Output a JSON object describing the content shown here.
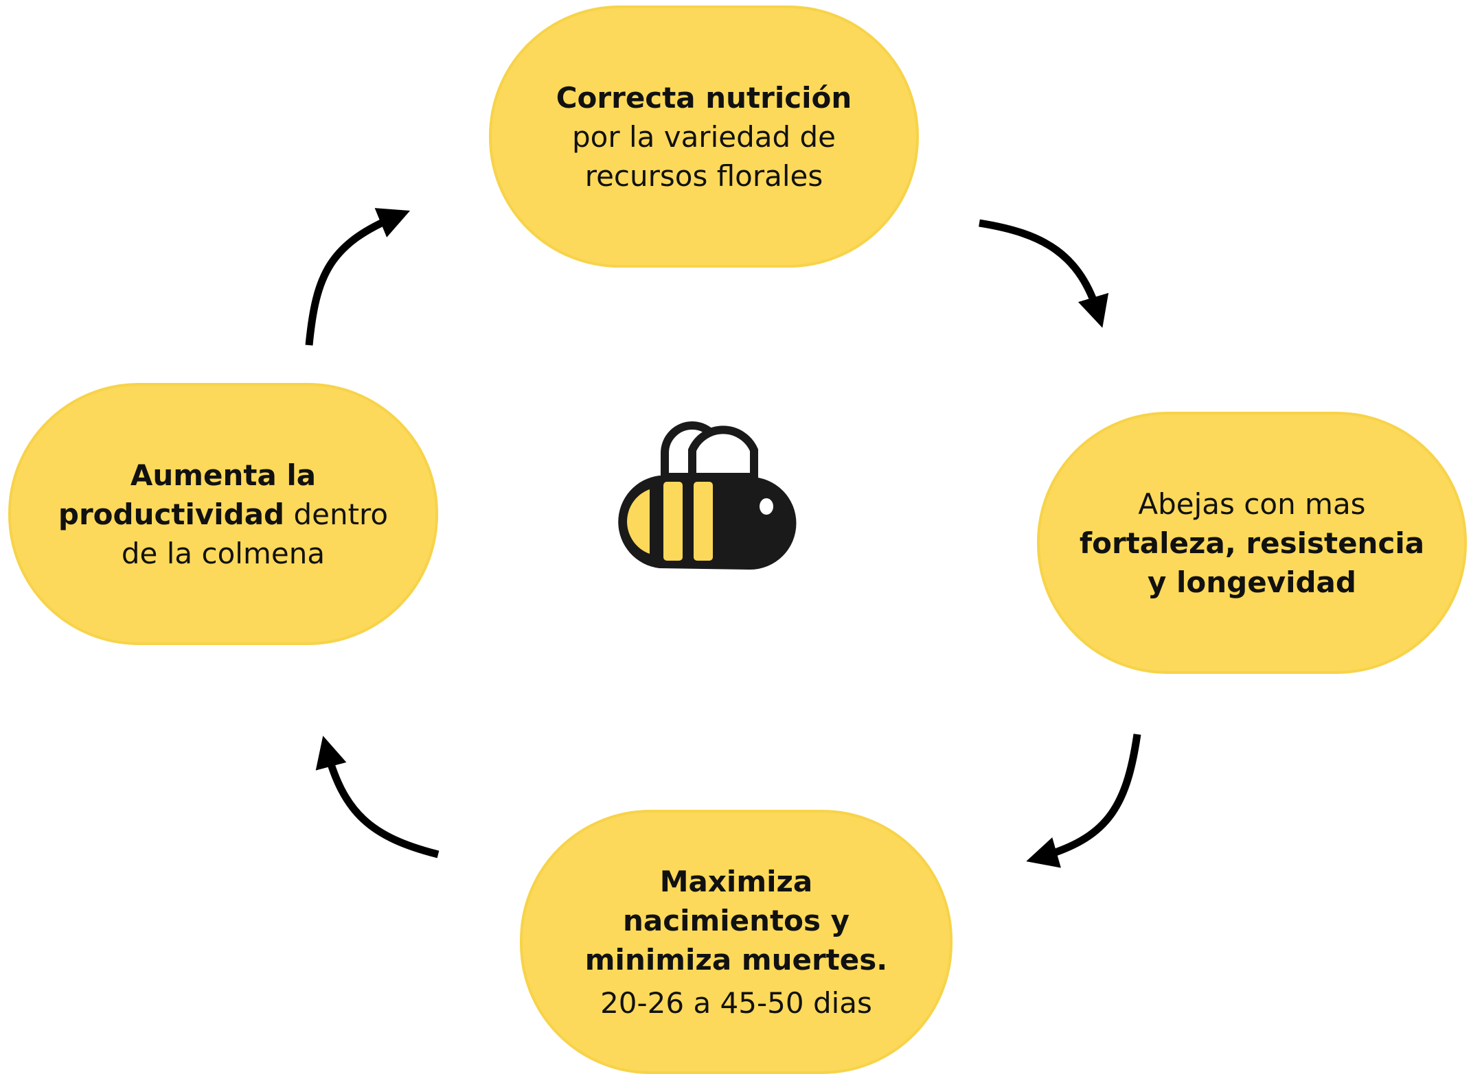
{
  "colors": {
    "node_fill": "#FCD95A",
    "node_border": "#F7D34A",
    "arrow": "#000000",
    "bee_body": "#1a1a1a",
    "bee_stripe": "#FCD95A",
    "bee_wing": "#ffffff",
    "text": "#111111"
  },
  "icons": {
    "center": "bee-icon",
    "arrows": "curved-arrow"
  },
  "nodes": {
    "top": {
      "bold": "Correcta nutrición",
      "line2": "por la variedad de",
      "line3": "recursos florales"
    },
    "right": {
      "line1": "Abejas con mas",
      "bold1": "fortaleza, resistencia",
      "bold2": "y longevidad"
    },
    "bottom": {
      "bold1": "Maximiza",
      "bold2": "nacimientos y",
      "bold3": "minimiza muertes.",
      "line4": "20-26 a 45-50 dias"
    },
    "left": {
      "bold1": "Aumenta la",
      "bold2": "productividad",
      "rest2": " dentro",
      "line3": "de la colmena"
    }
  }
}
